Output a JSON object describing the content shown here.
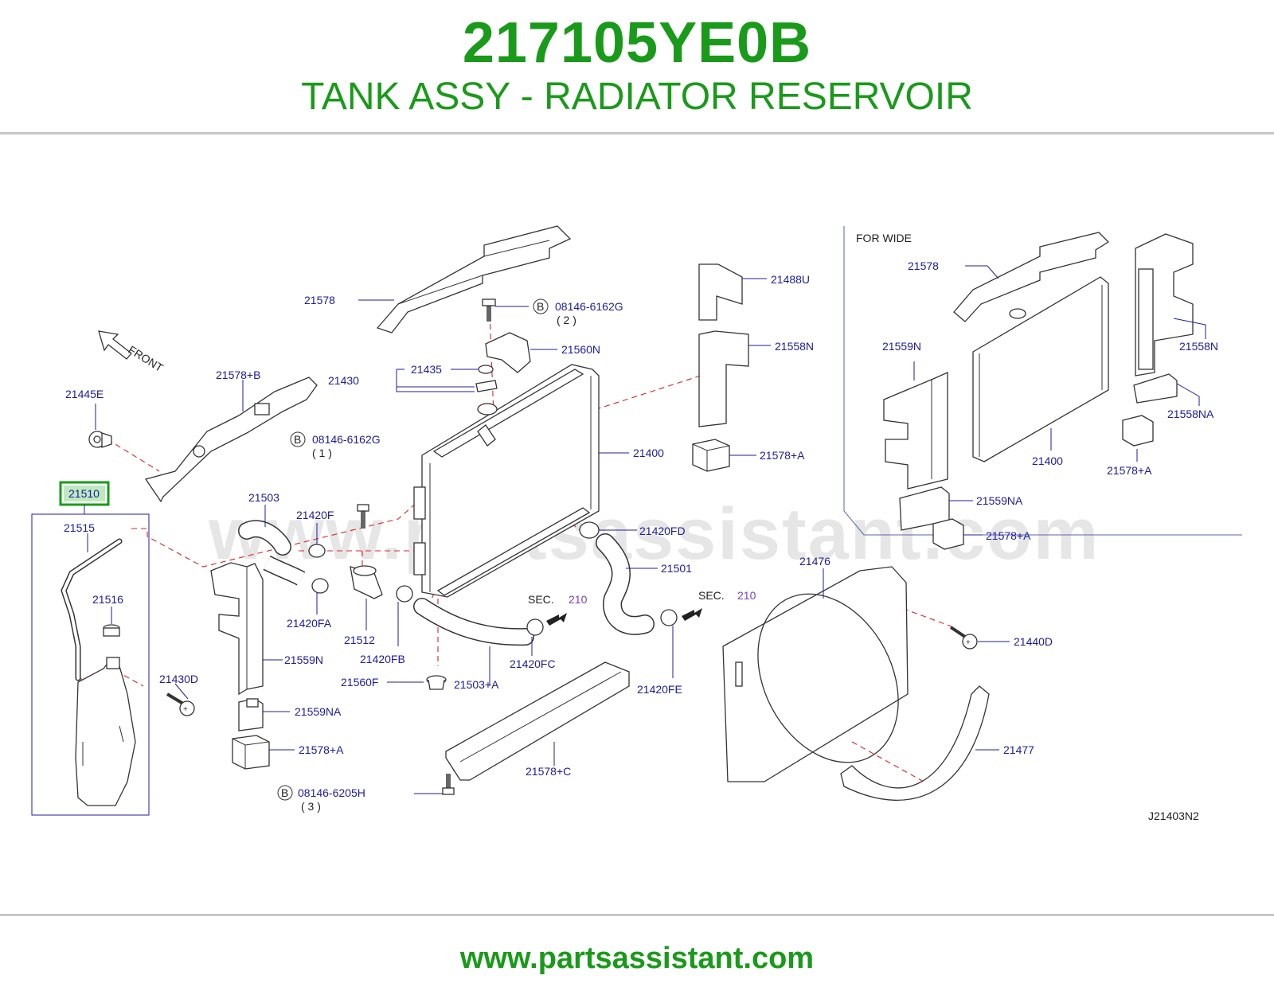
{
  "header": {
    "part_number": "217105YE0B",
    "part_name": "TANK ASSY - RADIATOR RESERVOIR"
  },
  "diagram": {
    "watermark": "www.partsassistant.com",
    "inset_title": "FOR  WIDE",
    "figure_code": "J21403N2",
    "front_label": "FRONT",
    "highlighted_part": "21510",
    "sec_prefix": "SEC.",
    "sec_number": "210",
    "bolt_marker": "B",
    "labels": {
      "p21578": "21578",
      "p21578B": "21578+B",
      "p21445E": "21445E",
      "p21515": "21515",
      "p21516": "21516",
      "p21430D": "21430D",
      "p21503": "21503",
      "p21420F": "21420F",
      "p21420FA": "21420FA",
      "p21512": "21512",
      "p21420FB": "21420FB",
      "p21559N": "21559N",
      "p21559NA": "21559NA",
      "p21578A": "21578+A",
      "p21430": "21430",
      "p21435": "21435",
      "b08146G": "08146-6162G",
      "qty2": "( 2 )",
      "qty1": "( 1 )",
      "b08146H": "08146-6205H",
      "qty3": "( 3 )",
      "p21560N": "21560N",
      "p21560F": "21560F",
      "p21503A": "21503+A",
      "p21420FC": "21420FC",
      "p21578C": "21578+C",
      "p21400": "21400",
      "p21420FD": "21420FD",
      "p21501": "21501",
      "p21420FE": "21420FE",
      "p21488U": "21488U",
      "p21558N": "21558N",
      "p21476": "21476",
      "p21440D": "21440D",
      "p21477": "21477",
      "p21558NA": "21558NA"
    }
  },
  "footer": {
    "url": "www.partsassistant.com"
  },
  "colors": {
    "brand_green": "#1a9a1a",
    "label_blue": "#1c1c9c",
    "guide_red": "#dd2222",
    "highlight_box": "#1a9a1a"
  }
}
